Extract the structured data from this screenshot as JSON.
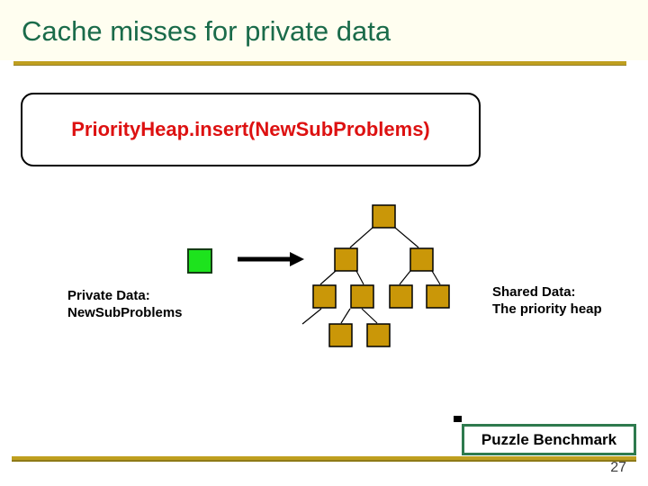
{
  "slide": {
    "title": "Cache misses for private data",
    "page_number": "27"
  },
  "callout": {
    "text": "PriorityHeap.insert(NewSubProblems)"
  },
  "labels": {
    "private_data": {
      "line1": "Private Data:",
      "line2": "NewSubProblems"
    },
    "shared_data": {
      "line1": "Shared Data:",
      "line2": "The priority heap"
    }
  },
  "footer": {
    "benchmark_label": "Puzzle Benchmark"
  },
  "diagram": {
    "green_square": "new-subproblem (private data item)",
    "arrow": "insert into heap",
    "heap_tree": {
      "node_shape": "square",
      "levels": [
        1,
        2,
        4,
        2
      ],
      "dangling_edge": "from leftmost level-3 node toward lower-left"
    }
  },
  "colors": {
    "title_green": "#1a6b4a",
    "rule_gold": "#bf9f1f",
    "node_gold": "#ca9708",
    "bright_green": "#1de31d",
    "callout_red": "#dd1111",
    "benchmark_border_green": "#2e7a4e",
    "text_black": "#000000",
    "page_number_gray": "#3f3f3f"
  }
}
